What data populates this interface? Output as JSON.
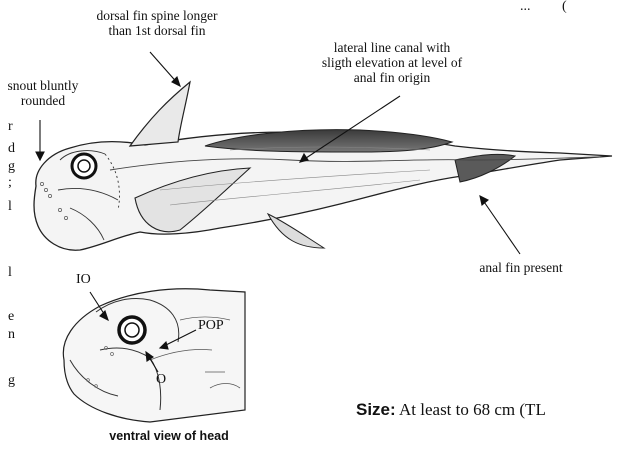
{
  "top_right_fragment": "...         (",
  "annotations": {
    "dorsal_spine": [
      "dorsal fin spine longer",
      "than 1st dorsal fin"
    ],
    "lateral_line": [
      "lateral line canal with",
      "sligth elevation at level of",
      "anal fin origin"
    ],
    "snout": [
      "snout bluntly",
      "rounded"
    ],
    "anal_fin": "anal fin present"
  },
  "head_labels": {
    "io": "IO",
    "pop": "POP",
    "o": "O"
  },
  "left_cut_letters": [
    "r",
    "d",
    "g",
    ";",
    "l",
    "l",
    "e",
    "n",
    "g"
  ],
  "caption": "ventral view of head",
  "size": {
    "label": "Size:",
    "text": "At least to 68 cm (TL"
  }
}
